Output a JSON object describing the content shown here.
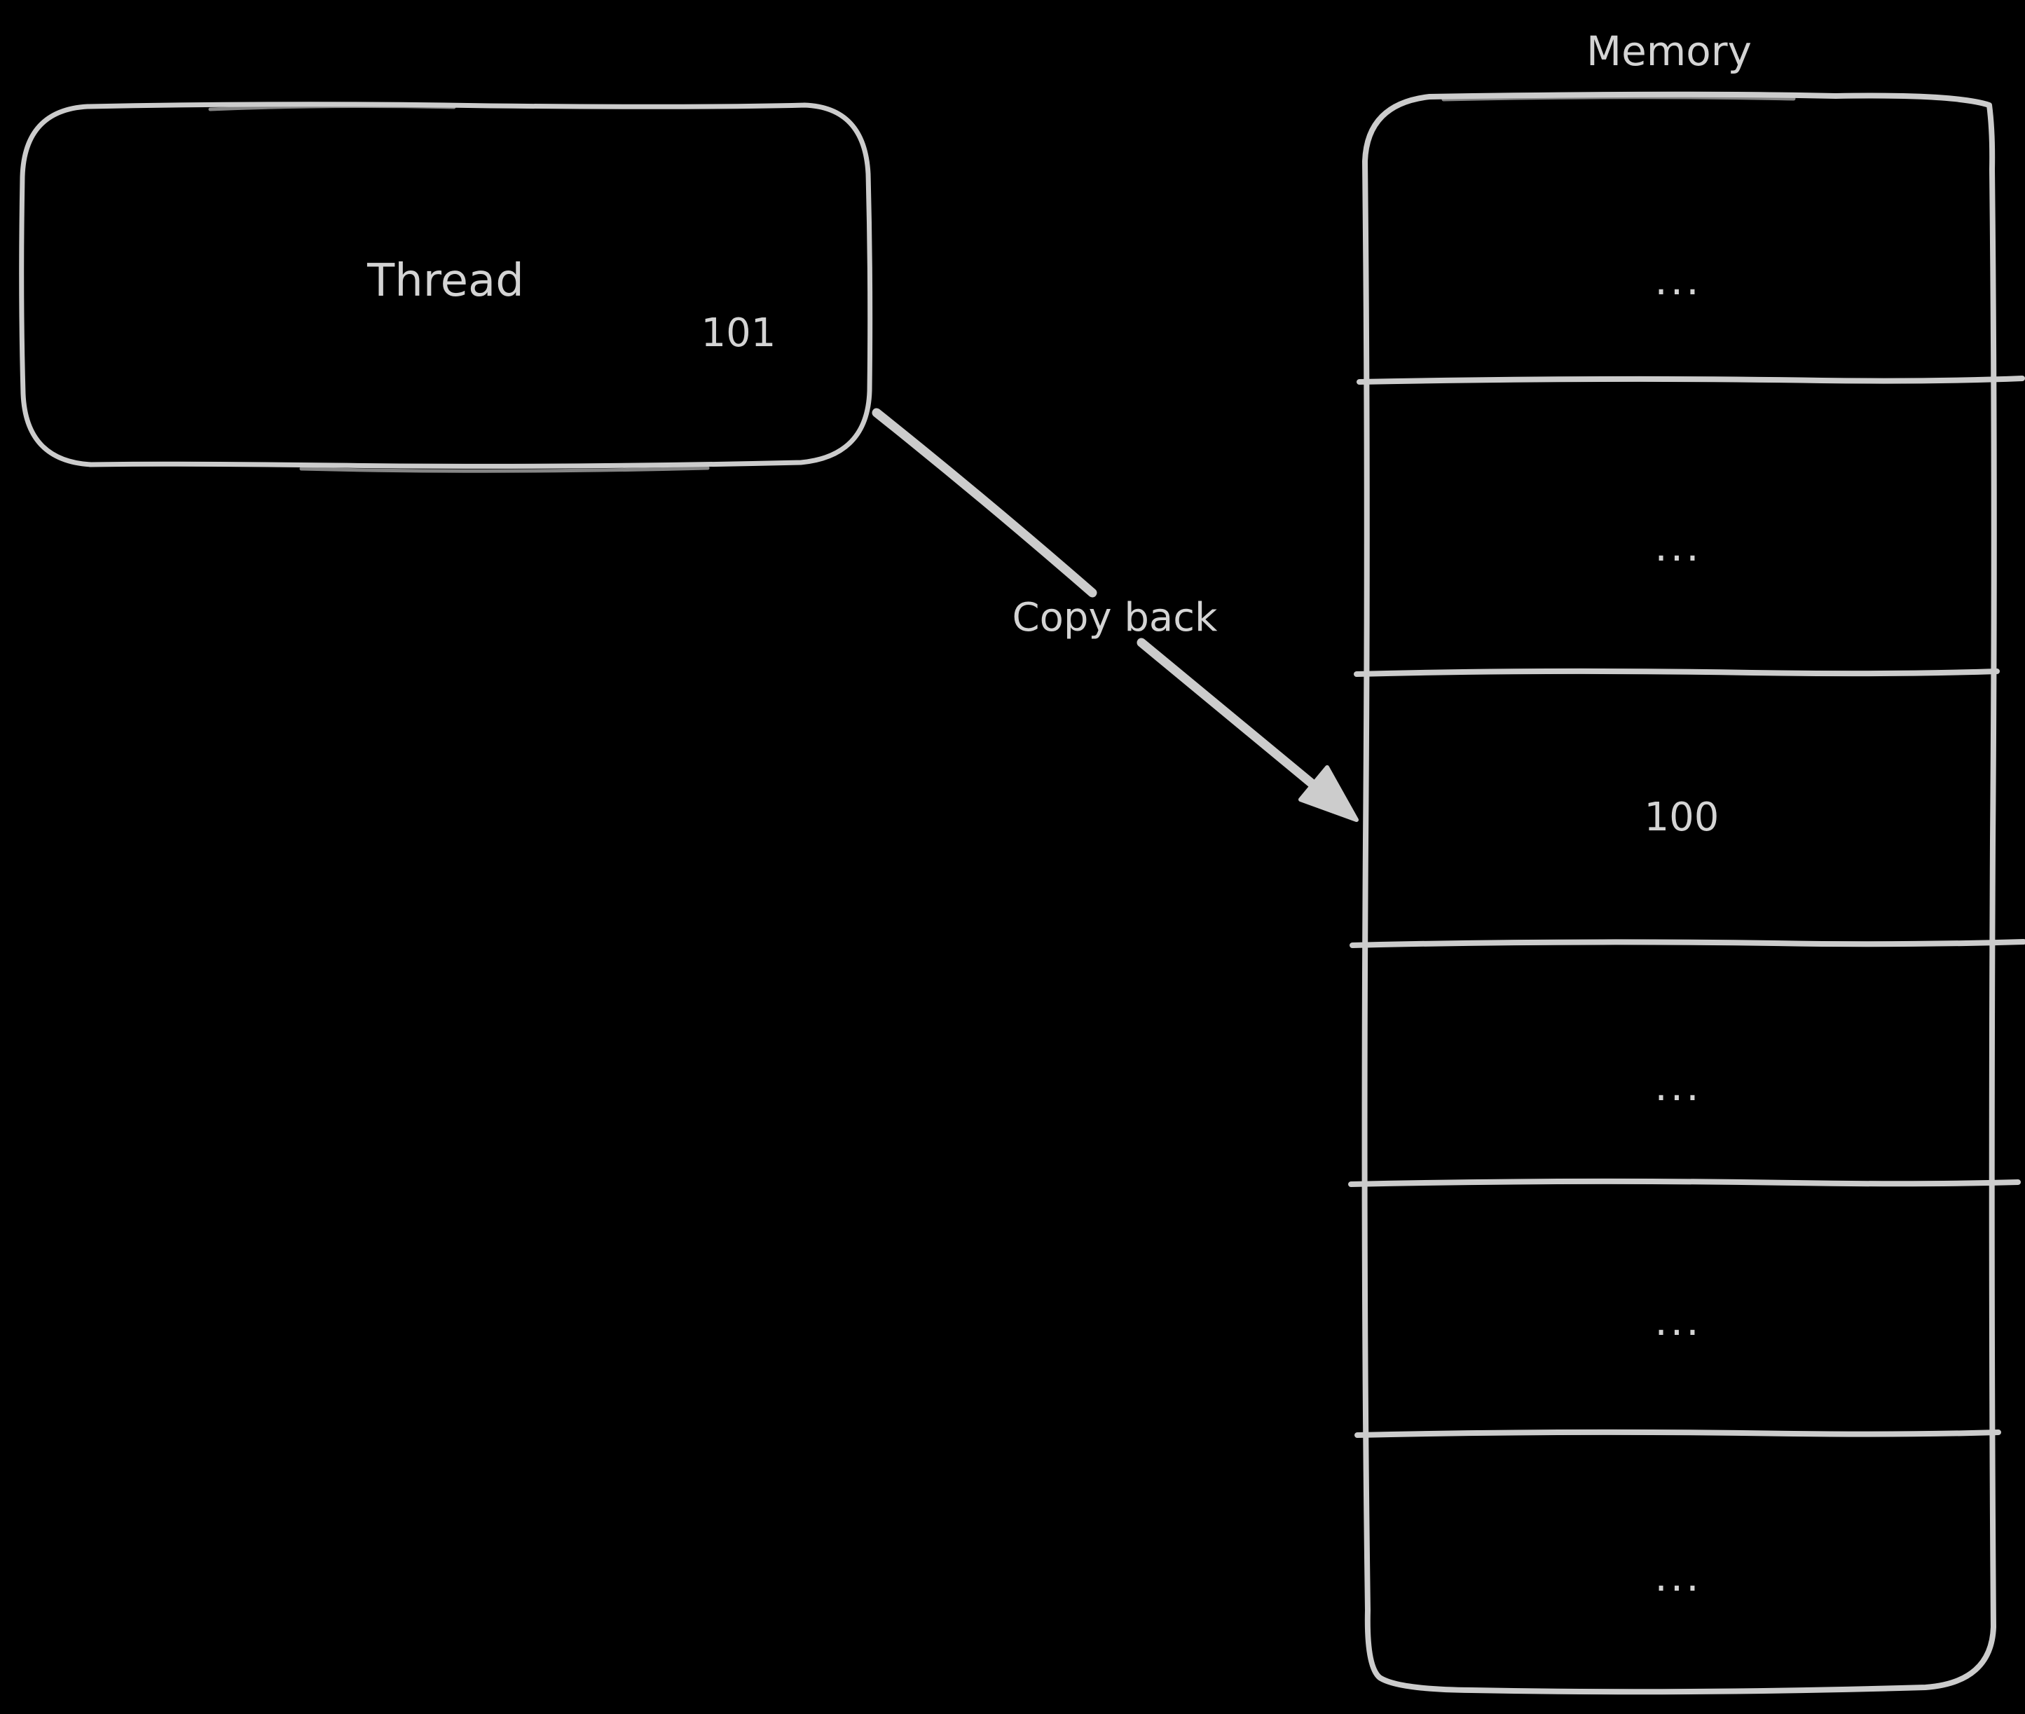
{
  "colors": {
    "background": "#000000",
    "stroke": "#cccccc",
    "text": "#d4d4d4"
  },
  "thread_box": {
    "label": "Thread",
    "register_value": "101"
  },
  "memory_column": {
    "title": "Memory",
    "cells": [
      "...",
      "...",
      "100",
      "...",
      "...",
      "..."
    ]
  },
  "arrow": {
    "label": "Copy back"
  }
}
